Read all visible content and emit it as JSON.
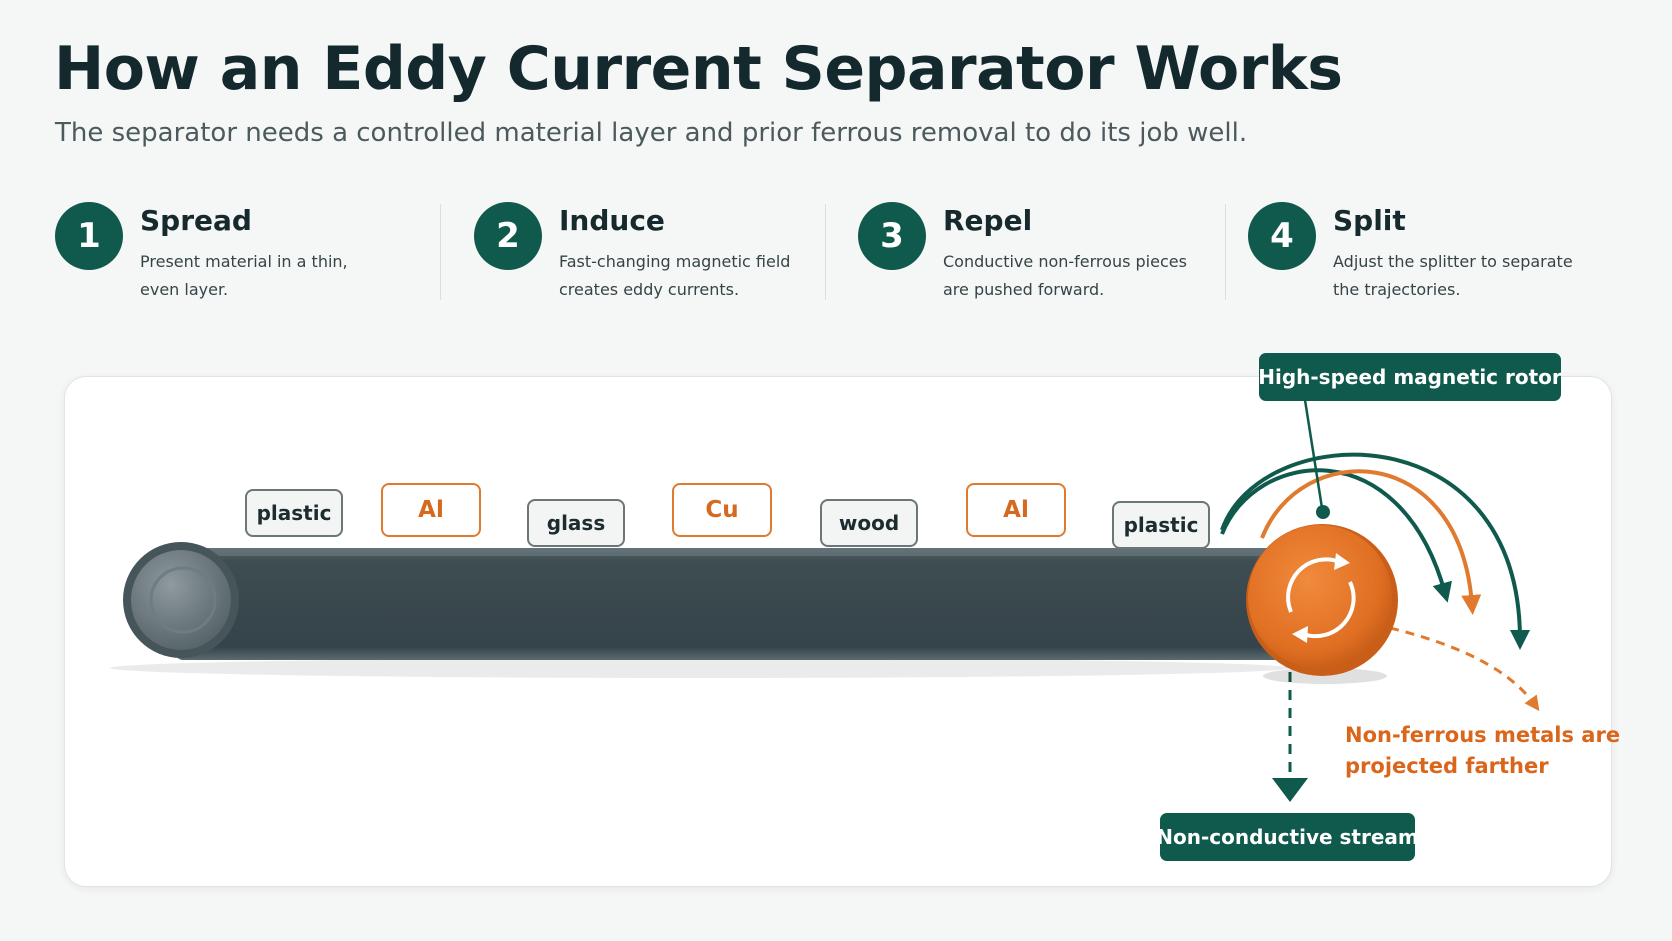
{
  "title": "How an Eddy Current Separator Works",
  "subtitle": "The separator needs a controlled material layer and prior ferrous removal to do its job well.",
  "steps": [
    {
      "num": "1",
      "title": "Spread",
      "desc": "Present material in a thin, even layer."
    },
    {
      "num": "2",
      "title": "Induce",
      "desc": "Fast-changing magnetic field creates eddy currents."
    },
    {
      "num": "3",
      "title": "Repel",
      "desc": "Conductive non-ferrous pieces are pushed forward."
    },
    {
      "num": "4",
      "title": "Split",
      "desc": "Adjust the splitter to separate the trajectories."
    }
  ],
  "materials": [
    {
      "label": "plastic",
      "kind": "non-metal"
    },
    {
      "label": "Al",
      "kind": "metal"
    },
    {
      "label": "glass",
      "kind": "non-metal"
    },
    {
      "label": "Cu",
      "kind": "metal"
    },
    {
      "label": "wood",
      "kind": "non-metal"
    },
    {
      "label": "Al",
      "kind": "metal"
    },
    {
      "label": "plastic",
      "kind": "non-metal"
    }
  ],
  "labels": {
    "rotor": "High-speed magnetic rotor",
    "nonferrous": "Non-ferrous metals are projected farther",
    "nonconductive": "Non-conductive stream"
  },
  "colors": {
    "primary": "#0f5a4c",
    "accent": "#e07a2e",
    "belt": "#3c4a4e",
    "text": "#17282c"
  }
}
